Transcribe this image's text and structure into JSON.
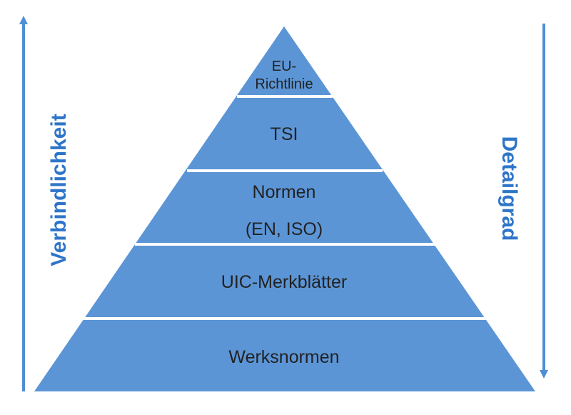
{
  "diagram": {
    "colors": {
      "pyramid_fill": "#5b95d6",
      "separator": "#ffffff",
      "arrow": "#4f8fd3",
      "axis_text": "#2e75c9",
      "level_text": "#222222"
    },
    "levels": [
      {
        "lines": [
          "EU-",
          "Richtlinie"
        ]
      },
      {
        "lines": [
          "TSI"
        ]
      },
      {
        "lines": [
          "Normen",
          "(EN, ISO)"
        ]
      },
      {
        "lines": [
          "UIC-Merkblätter"
        ]
      },
      {
        "lines": [
          "Werksnormen"
        ]
      }
    ],
    "left_axis": {
      "label": "Verbindlichkeit",
      "direction": "up"
    },
    "right_axis": {
      "label": "Detailgrad",
      "direction": "down"
    }
  }
}
